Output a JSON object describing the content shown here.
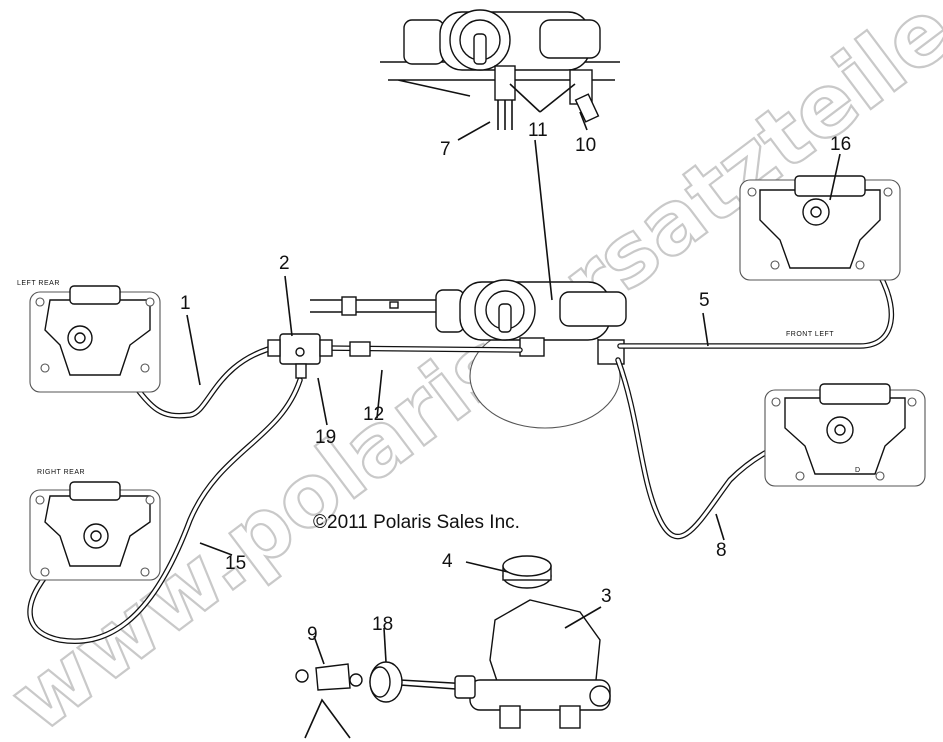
{
  "copyright": "©2011 Polaris Sales Inc.",
  "watermark": "www.polaris-ersatzteile.de",
  "text_labels": {
    "left_rear": "LEFT REAR",
    "right_rear": "RIGHT REAR",
    "front_left": "FRONT LEFT",
    "caliper_mark": "D"
  },
  "callouts": [
    {
      "id": "1",
      "label": "1"
    },
    {
      "id": "2",
      "label": "2"
    },
    {
      "id": "3",
      "label": "3"
    },
    {
      "id": "4",
      "label": "4"
    },
    {
      "id": "5",
      "label": "5"
    },
    {
      "id": "7",
      "label": "7"
    },
    {
      "id": "8",
      "label": "8"
    },
    {
      "id": "9",
      "label": "9"
    },
    {
      "id": "10",
      "label": "10"
    },
    {
      "id": "11",
      "label": "11"
    },
    {
      "id": "12",
      "label": "12"
    },
    {
      "id": "15",
      "label": "15"
    },
    {
      "id": "16",
      "label": "16"
    },
    {
      "id": "18",
      "label": "18"
    },
    {
      "id": "19",
      "label": "19"
    }
  ]
}
